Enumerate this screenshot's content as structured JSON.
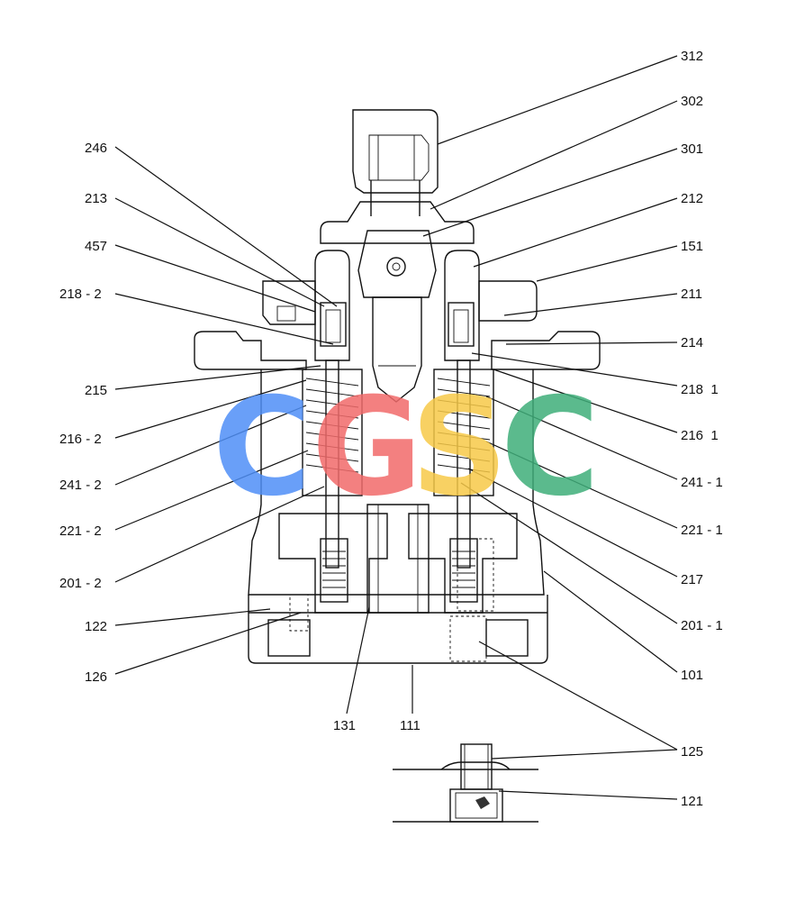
{
  "labels": {
    "l312": "312",
    "l302": "302",
    "l301": "301",
    "l212": "212",
    "l151": "151",
    "l211": "211",
    "l214": "214",
    "l218_1": "218  1",
    "l216_1": "216  1",
    "l241_1": "241 - 1",
    "l221_1": "221 - 1",
    "l217": "217",
    "l201_1": "201 - 1",
    "l101": "101",
    "l125": "125",
    "l121": "121",
    "l246": "246",
    "l213": "213",
    "l457": "457",
    "l218_2": "218 - 2",
    "l215": "215",
    "l216_2": "216 - 2",
    "l241_2": "241 - 2",
    "l221_2": "221 - 2",
    "l201_2": "201 - 2",
    "l122": "122",
    "l126": "126",
    "l131": "131",
    "l111": "111"
  },
  "watermark": {
    "letters": [
      "C",
      "G",
      "S",
      "C"
    ],
    "colors": [
      "#4f8ff7",
      "#f26b6b",
      "#f7c948",
      "#3fae7a"
    ]
  }
}
